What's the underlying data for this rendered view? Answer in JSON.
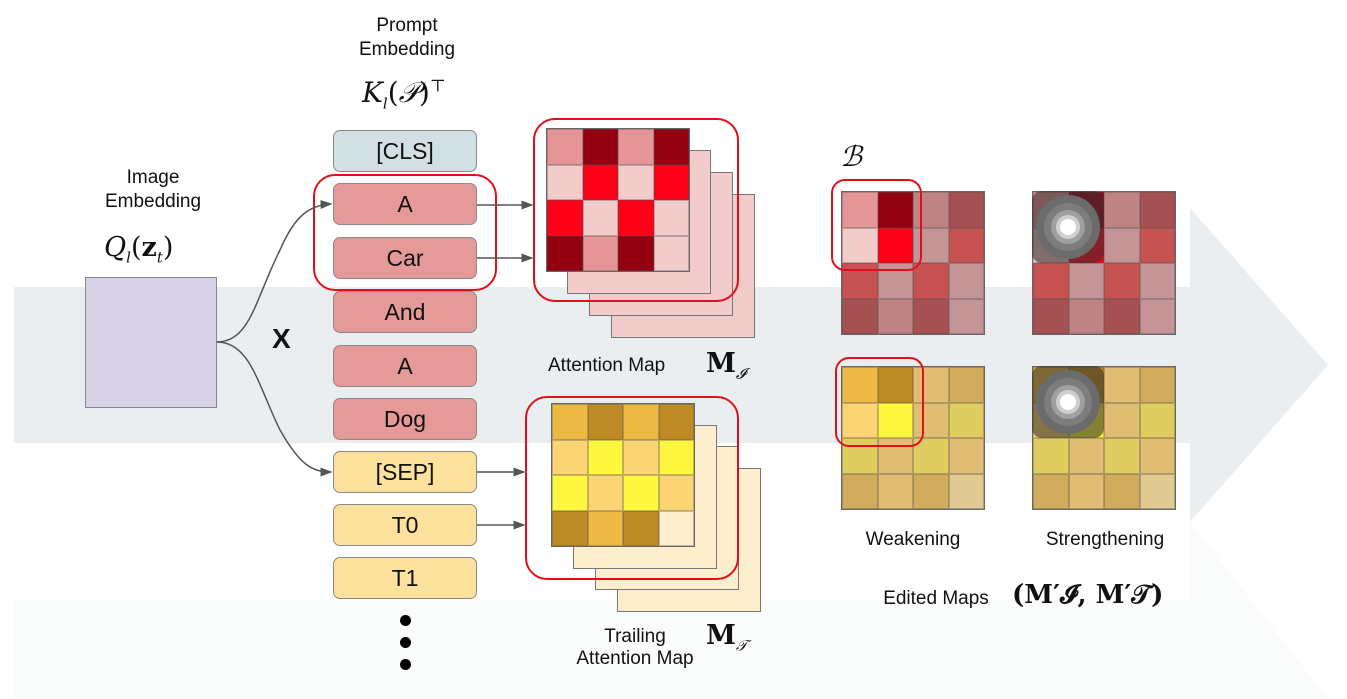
{
  "image_embedding": {
    "label_line1": "Image",
    "label_line2": "Embedding",
    "math": "Q",
    "math_sub": "l",
    "math_arg": "z",
    "math_arg_sub": "t"
  },
  "prompt_embedding": {
    "label_line1": "Prompt",
    "label_line2": "Embedding",
    "math": "K",
    "math_sub": "l",
    "math_arg": "𝒫",
    "math_sup": "⊤"
  },
  "multiply_symbol": "X",
  "tokens": [
    {
      "text": "[CLS]",
      "group": "cls",
      "color": "#d2e0e3"
    },
    {
      "text": "A",
      "group": "image",
      "color": "#e59a99"
    },
    {
      "text": "Car",
      "group": "image",
      "color": "#e59a99"
    },
    {
      "text": "And",
      "group": "image",
      "color": "#e59a99"
    },
    {
      "text": "A",
      "group": "image",
      "color": "#e59a99"
    },
    {
      "text": "Dog",
      "group": "image",
      "color": "#e59a99"
    },
    {
      "text": "[SEP]",
      "group": "trailing",
      "color": "#fde29d"
    },
    {
      "text": "T0",
      "group": "trailing",
      "color": "#fde29d"
    },
    {
      "text": "T1",
      "group": "trailing",
      "color": "#fde29d"
    }
  ],
  "ellipsis": "⋮",
  "attention_map": {
    "label": "Attention Map",
    "math": "M",
    "math_sub": "𝓘",
    "layer_color": "#f2cbcb",
    "cells": [
      [
        "#e59595",
        "#930010",
        "#e59595",
        "#930010"
      ],
      [
        "#f2cbcb",
        "#ff0018",
        "#f2cbcb",
        "#ff0018"
      ],
      [
        "#ff0018",
        "#f2cbcb",
        "#ff0018",
        "#f2cbcb"
      ],
      [
        "#930010",
        "#e59595",
        "#930010",
        "#f2cbcb"
      ]
    ]
  },
  "trailing_attention_map": {
    "label_line1": "Trailing",
    "label_line2": "Attention Map",
    "math": "M",
    "math_sub": "𝒯",
    "layer_color": "#fdefcd",
    "cells": [
      [
        "#edb944",
        "#bd8a25",
        "#edb944",
        "#bd8a25"
      ],
      [
        "#fdd474",
        "#fef63f",
        "#fdd474",
        "#fef63f"
      ],
      [
        "#fef63f",
        "#fdd474",
        "#fef63f",
        "#fdd474"
      ],
      [
        "#bd8a25",
        "#edb944",
        "#bd8a25",
        "#fdefcd"
      ]
    ]
  },
  "region_label": "ℬ",
  "edited_maps": {
    "weakening_label": "Weakening",
    "strengthening_label": "Strengthening",
    "label": "Edited Maps",
    "math": "(M′𝓘, M′𝒯)",
    "red_weakening": [
      [
        "#e59595",
        "#930010",
        "#c08383",
        "#a55152"
      ],
      [
        "#f2cbcb",
        "#ff0018",
        "#c49496",
        "#c75252"
      ],
      [
        "#c75252",
        "#c49496",
        "#c75252",
        "#c49496"
      ],
      [
        "#a55152",
        "#c08383",
        "#a55152",
        "#c49496"
      ]
    ],
    "red_strengthening": [
      [
        "#e59595",
        "#930010",
        "#c08383",
        "#a55152"
      ],
      [
        "#f2cbcb",
        "#ff0018",
        "#c49496",
        "#c75252"
      ],
      [
        "#c75252",
        "#c49496",
        "#c75252",
        "#c49496"
      ],
      [
        "#a55152",
        "#c08383",
        "#a55152",
        "#c49496"
      ]
    ],
    "yellow_weakening": [
      [
        "#edb944",
        "#bd8a25",
        "#e0bd73",
        "#d0ac5c"
      ],
      [
        "#fdd474",
        "#fef63f",
        "#e0bd73",
        "#e0cd60"
      ],
      [
        "#e0cd60",
        "#e0bd73",
        "#e0cd60",
        "#e0bd73"
      ],
      [
        "#d0ac5c",
        "#e0bd73",
        "#d0ac5c",
        "#e0ca91"
      ]
    ],
    "yellow_strengthening": [
      [
        "#edb944",
        "#bd8a25",
        "#e0bd73",
        "#d0ac5c"
      ],
      [
        "#fdd474",
        "#fef63f",
        "#e0bd73",
        "#e0cd60"
      ],
      [
        "#e0cd60",
        "#e0bd73",
        "#e0cd60",
        "#e0bd73"
      ],
      [
        "#d0ac5c",
        "#e0bd73",
        "#d0ac5c",
        "#e0ca91"
      ]
    ]
  },
  "colors": {
    "highlight": "#e0101a",
    "background_arrow": "#ebeef0",
    "background_arrow_faint": "#fafbfb",
    "image_embedding_box": "#d8d2e7",
    "connector": "#555555"
  }
}
